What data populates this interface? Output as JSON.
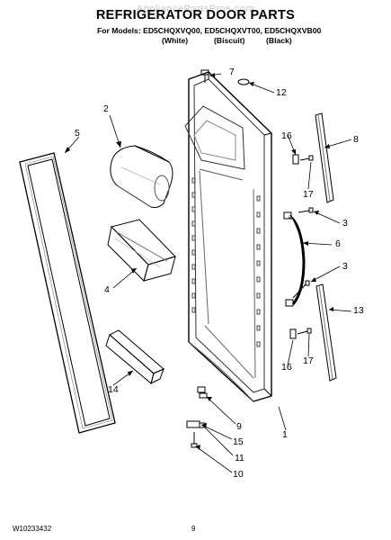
{
  "header": {
    "watermark": "AppliancePartsPros.com",
    "title": "REFRIGERATOR DOOR PARTS",
    "models_line": "For Models: ED5CHQXVQ00, ED5CHQXVT00, ED5CHQXVB00",
    "color_white": "(White)",
    "color_biscuit": "(Biscuit)",
    "color_black": "(Black)"
  },
  "callouts": {
    "c1": "1",
    "c2": "2",
    "c3a": "3",
    "c3b": "3",
    "c4": "4",
    "c5": "5",
    "c6": "6",
    "c7": "7",
    "c8": "8",
    "c9": "9",
    "c10": "10",
    "c11": "11",
    "c12": "12",
    "c13": "13",
    "c14": "14",
    "c15": "15",
    "c16a": "16",
    "c16b": "16",
    "c17a": "17",
    "c17b": "17"
  },
  "footer": {
    "doc_number": "W10233432",
    "page_number": "9"
  }
}
